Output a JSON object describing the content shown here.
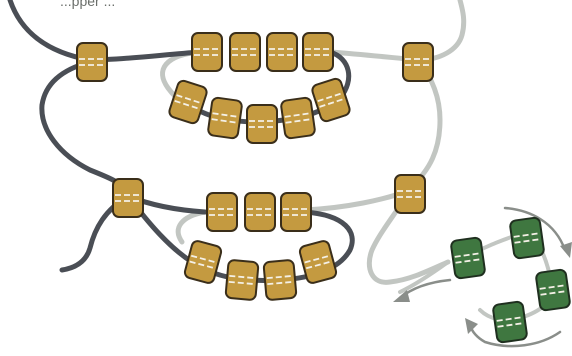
{
  "title_fragment": "...pper ...",
  "colors": {
    "background": "#ffffff",
    "cord_dark": "#4a4e55",
    "cord_light": "#c2c6c2",
    "bead_gold": "#c49a40",
    "bead_gold_outline": "#3a2e1a",
    "bead_green": "#3f7740",
    "bead_green_outline": "#1f2f1f",
    "thread_dash": "#f4f0e6",
    "arrow": "#8a8e8a"
  },
  "diagram": {
    "description_free": true,
    "bead_groups": [
      {
        "name": "upper-left-bead",
        "color": "gold",
        "count": 1
      },
      {
        "name": "upper-top-row",
        "color": "gold",
        "count": 4
      },
      {
        "name": "upper-bottom-row",
        "color": "gold",
        "count": 5
      },
      {
        "name": "upper-right-bead",
        "color": "gold",
        "count": 1
      },
      {
        "name": "lower-left-bead",
        "color": "gold",
        "count": 1
      },
      {
        "name": "lower-top-row",
        "color": "gold",
        "count": 3
      },
      {
        "name": "lower-bottom-row",
        "color": "gold",
        "count": 4
      },
      {
        "name": "lower-right-bead",
        "color": "gold",
        "count": 1
      },
      {
        "name": "green-cluster",
        "color": "green",
        "count": 4
      }
    ]
  }
}
